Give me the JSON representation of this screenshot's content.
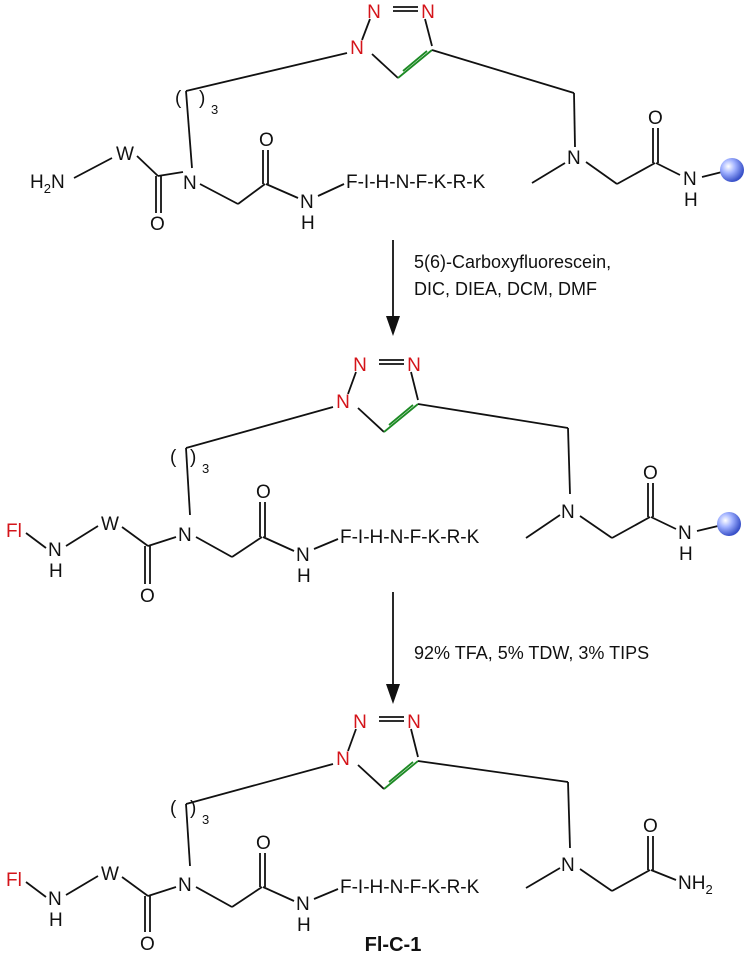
{
  "atoms": {
    "N": "N",
    "W": "W",
    "O": "O",
    "H": "H",
    "H2N": "H2N",
    "NH2": "NH2",
    "Fl": "Fl",
    "peptide": "F-I-H-N-F-K-R-K",
    "repeat": "3",
    "paren_open": "(",
    "paren_close": ")"
  },
  "steps": [
    {
      "line1": "5(6)-Carboxyfluorescein,",
      "line2": "DIC, DIEA, DCM, DMF"
    },
    {
      "line1": "92% TFA, 5% TDW, 3% TIPS"
    }
  ],
  "product_label": "Fl-C-1",
  "colors": {
    "bond": "#111111",
    "double_bond_triazole": "#1d8a24",
    "nitrogen_triazole": "#d4141a",
    "fluorescein": "#d4141a",
    "resin_bead": "#5b73e6"
  }
}
